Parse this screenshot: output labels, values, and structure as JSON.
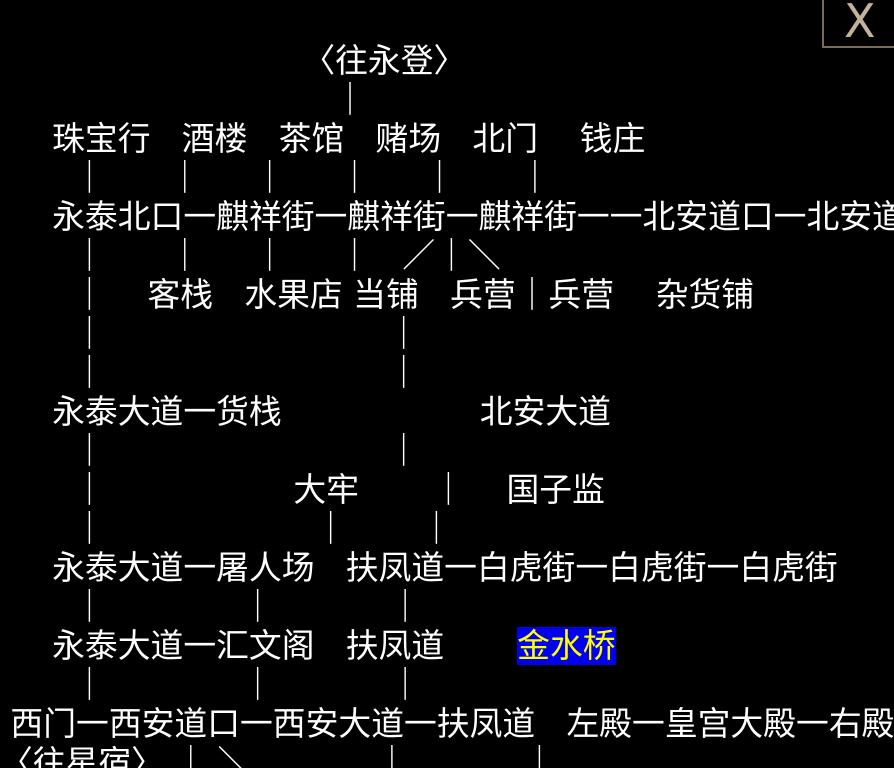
{
  "map": {
    "lines": [
      "                             〈往永登〉",
      "                                ｜",
      "     珠宝行   酒楼   茶馆   赌场   北门    钱庄",
      "       ｜      ｜     ｜     ｜     ｜      ｜",
      "     永泰北口一麒祥街一麒祥街一麒祥街一一北安道口一北安道口",
      "       ｜      ｜     ｜     ｜   ／｜＼",
      "       ｜    客栈   水果店 当铺   兵营｜兵营    杂货铺",
      "       ｜                           ｜",
      "       ｜                           ｜",
      "     永泰大道一货栈                   北安大道",
      "       ｜                           ｜",
      "       ｜                  大牢       ｜    国子监",
      "       ｜                    ｜       ｜",
      "     永泰大道一屠人场   扶凤道一白虎街一白虎街一白虎街",
      "       ｜             ｜           ｜",
      "     永泰大道一汇文阁   扶凤道",
      "       ｜             ｜           ｜",
      " 西门一西安道口一西安大道一扶凤道   左殿一皇宫大殿一右殿",
      "〈往星宿〉 ｜ ＼            ｜           ｜"
    ],
    "current_location": "金水桥",
    "current_row_prefix": "     永泰大道一汇文阁   扶凤道       "
  },
  "close_button": {
    "label": "X"
  },
  "colors": {
    "background": "#000000",
    "text": "#ffffff",
    "highlight_bg": "#0000ee",
    "highlight_text": "#ffff00",
    "close_border": "#7a6a58",
    "close_text": "#c4b39c"
  }
}
